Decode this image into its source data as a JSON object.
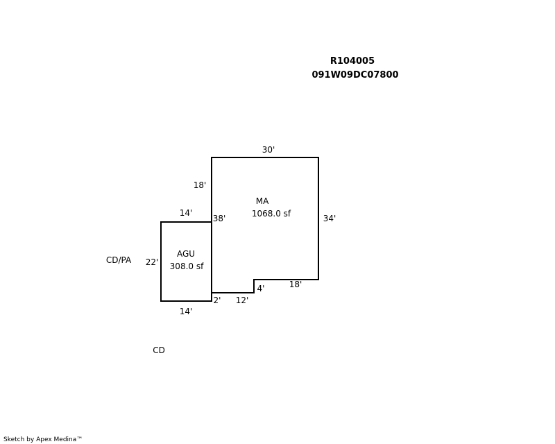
{
  "header": {
    "parcel_id": "R104005",
    "map_number": "091W09DC07800"
  },
  "areas": [
    {
      "code": "MA",
      "area": "1068.0 sf"
    },
    {
      "code": "AGU",
      "area": "308.0 sf"
    }
  ],
  "dimensions": {
    "ma_top": "30'",
    "ma_left_upper": "18'",
    "ma_left_total": "38'",
    "ma_right": "34'",
    "ma_bottom_right": "18'",
    "ma_notch": "4'",
    "ma_bottom_left": "12'",
    "ma_step": "2'",
    "agu_top": "14'",
    "agu_left": "22'",
    "agu_bottom": "14'"
  },
  "labels": {
    "cd_pa": "CD/PA",
    "cd": "CD"
  },
  "footer": {
    "credit": "Sketch by Apex Medina™"
  },
  "colors": {
    "line": "#000000",
    "background": "#ffffff"
  }
}
